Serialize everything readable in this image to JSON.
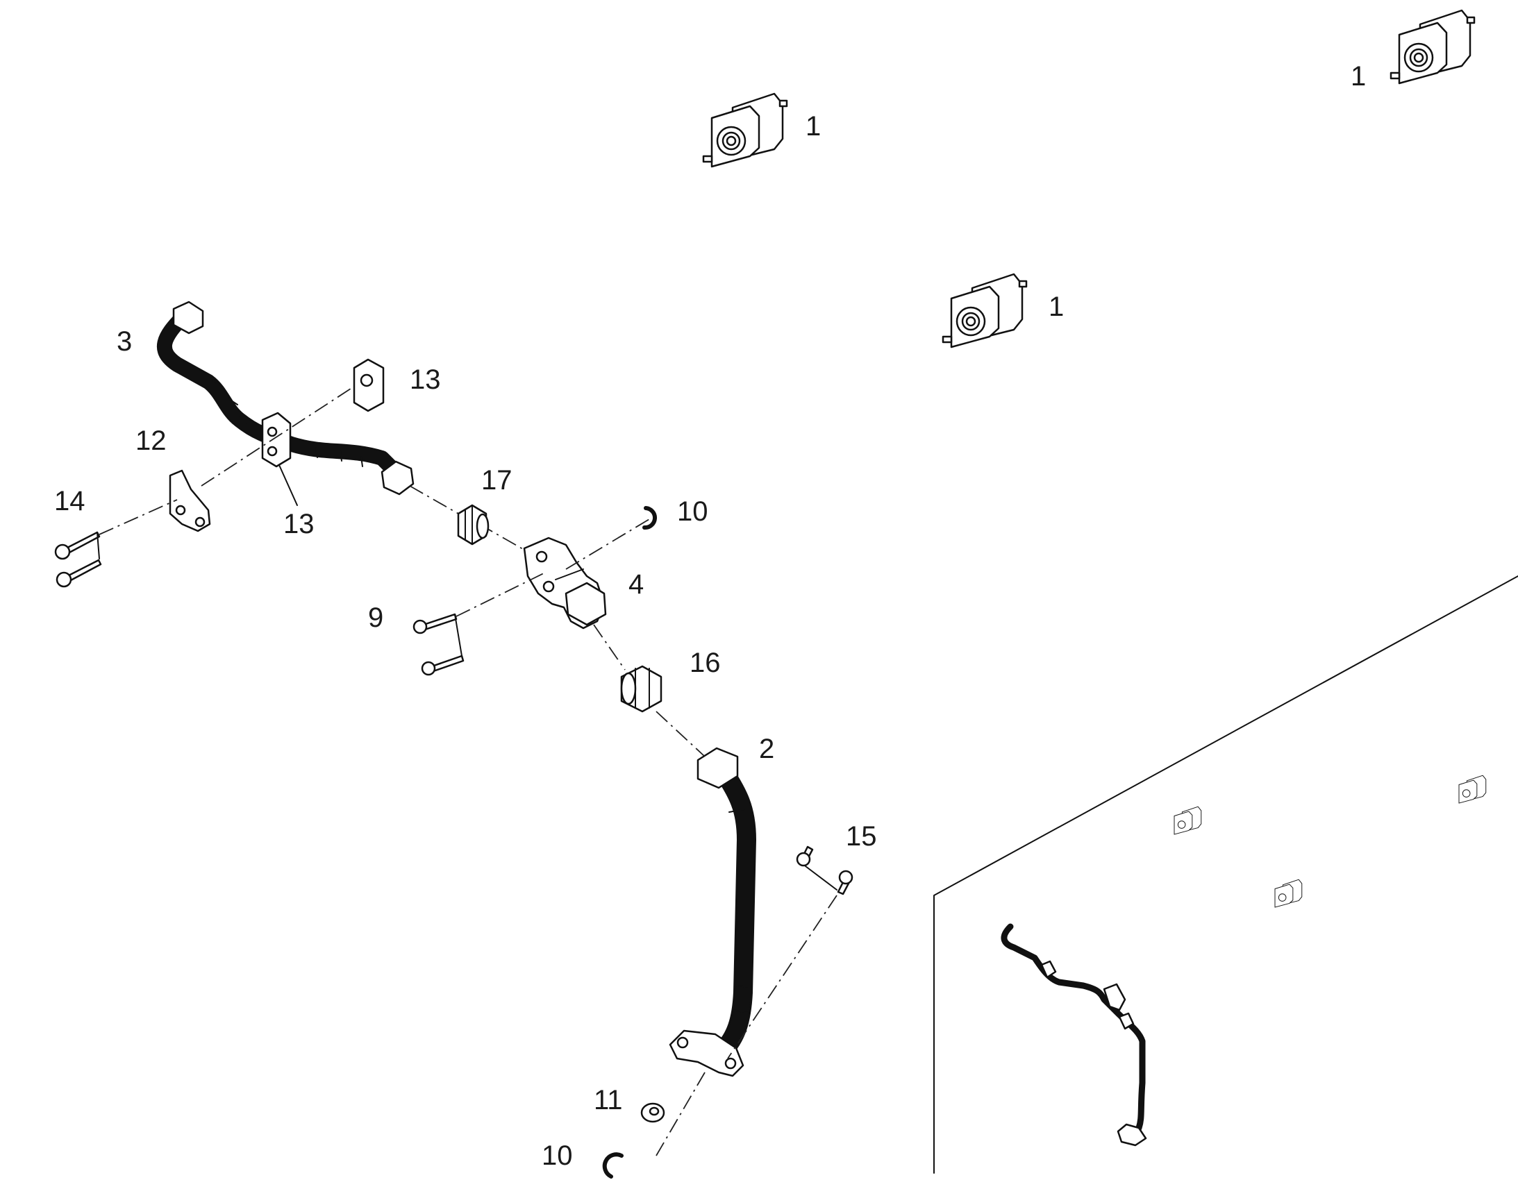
{
  "diagram": {
    "type": "exploded-parts-diagram",
    "callouts": {
      "part_1_a": "1",
      "part_1_b": "1",
      "part_1_c": "1",
      "part_2": "2",
      "part_3": "3",
      "part_4": "4",
      "part_9": "9",
      "part_10_a": "10",
      "part_10_b": "10",
      "part_11": "11",
      "part_12": "12",
      "part_13_a": "13",
      "part_13_b": "13",
      "part_14": "14",
      "part_15": "15",
      "part_16": "16",
      "part_17": "17"
    },
    "inset": {
      "description_visible": false
    }
  }
}
